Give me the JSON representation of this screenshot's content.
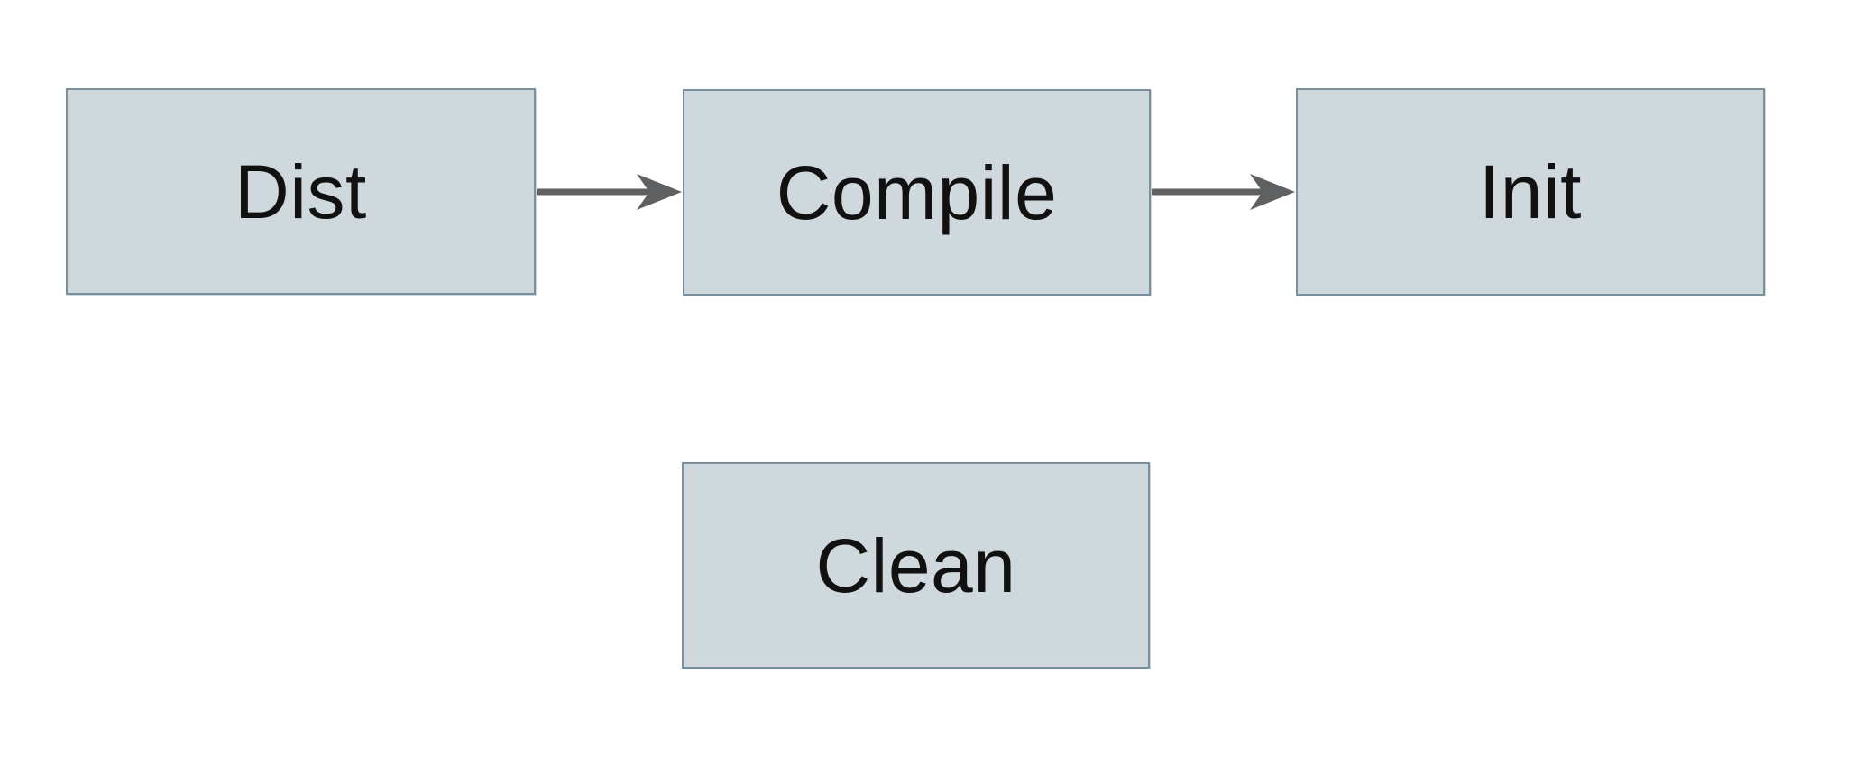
{
  "diagram": {
    "title": "build-targets-flowchart",
    "nodes": [
      {
        "id": "dist",
        "label": "Dist"
      },
      {
        "id": "compile",
        "label": "Compile"
      },
      {
        "id": "init",
        "label": "Init"
      },
      {
        "id": "clean",
        "label": "Clean"
      }
    ],
    "edges": [
      {
        "from": "Dist",
        "to": "Compile",
        "style": "solid-arrow-right"
      },
      {
        "from": "Compile",
        "to": "Init",
        "style": "solid-arrow-right"
      }
    ]
  },
  "colors": {
    "canvas-bg": "#ffffff",
    "node-fill": "#cfd8dc",
    "node-border": "#7a909c",
    "node-text": "#111111",
    "arrow": "#5f6062"
  }
}
